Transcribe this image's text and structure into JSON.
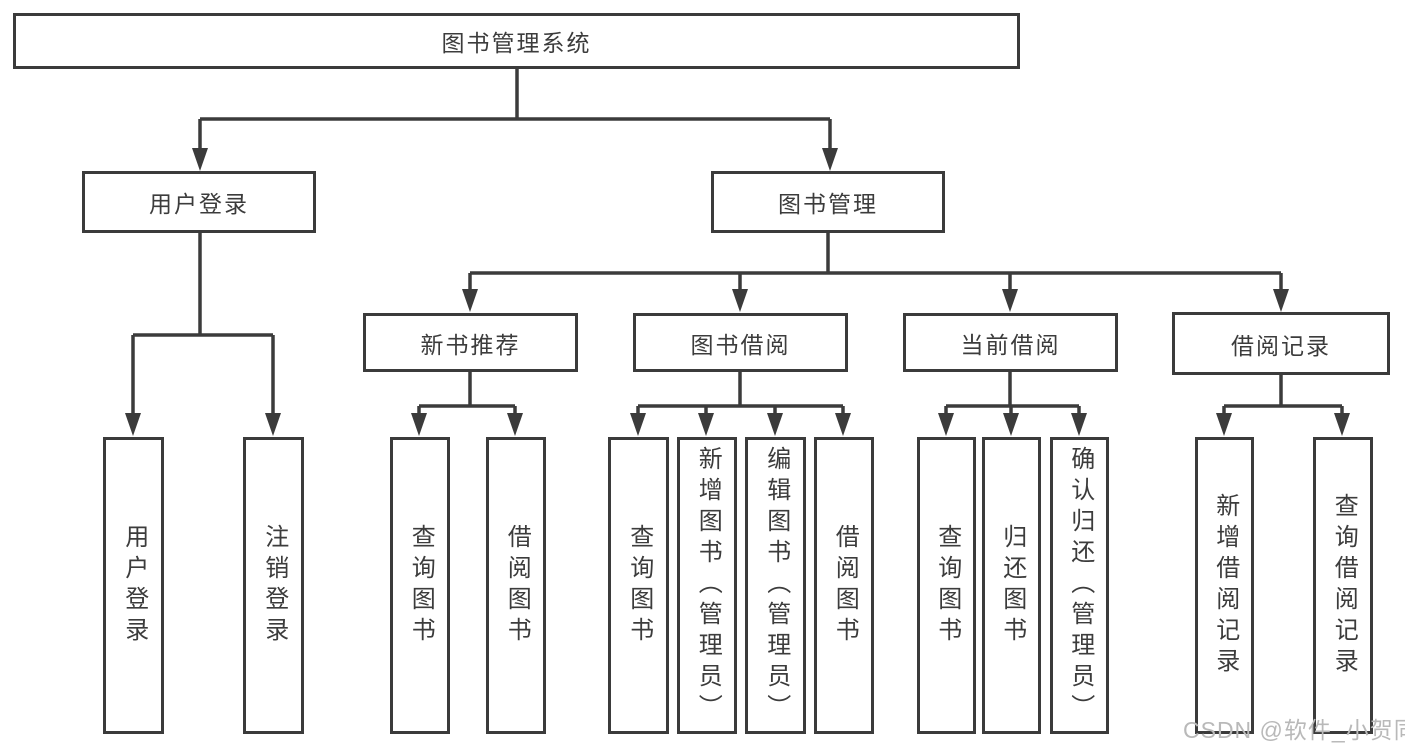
{
  "diagram": {
    "title": "图书管理系统",
    "tree": {
      "label": "图书管理系统",
      "children": [
        {
          "label": "用户登录",
          "children": [
            {
              "label": "用户登录"
            },
            {
              "label": "注销登录"
            }
          ]
        },
        {
          "label": "图书管理",
          "children": [
            {
              "label": "新书推荐",
              "children": [
                {
                  "label": "查询图书"
                },
                {
                  "label": "借阅图书"
                }
              ]
            },
            {
              "label": "图书借阅",
              "children": [
                {
                  "label": "查询图书"
                },
                {
                  "label": "新增图书（管理员）"
                },
                {
                  "label": "编辑图书（管理员）"
                },
                {
                  "label": "借阅图书"
                }
              ]
            },
            {
              "label": "当前借阅",
              "children": [
                {
                  "label": "查询图书"
                },
                {
                  "label": "归还图书"
                },
                {
                  "label": "确认归还（管理员）"
                }
              ]
            },
            {
              "label": "借阅记录",
              "children": [
                {
                  "label": "新增借阅记录"
                },
                {
                  "label": "查询借阅记录"
                }
              ]
            }
          ]
        }
      ]
    },
    "watermark": "CSDN @软件_小贺同学",
    "colors": {
      "line": "#3b3b3b",
      "text": "#3c3c3c",
      "background": "#ffffff",
      "watermark": "#b9b9b9"
    }
  }
}
